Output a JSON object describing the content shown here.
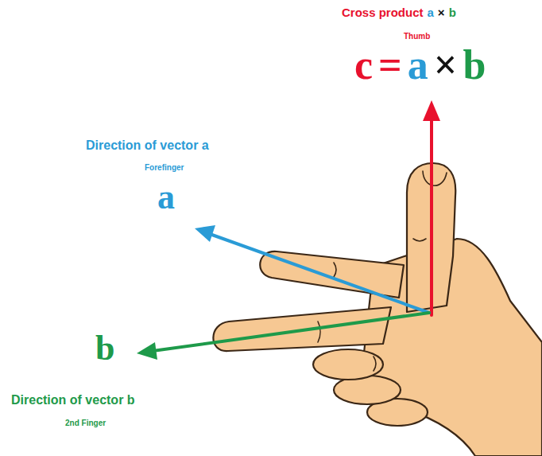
{
  "diagram": {
    "labels": [
      "Cross product",
      "a",
      "×",
      "b",
      "Thumb",
      "c",
      "=",
      "a",
      "×",
      "b",
      "Direction of vector a",
      "Forefinger",
      "a",
      "b",
      "Direction of vector b",
      "2nd Finger"
    ]
  }
}
